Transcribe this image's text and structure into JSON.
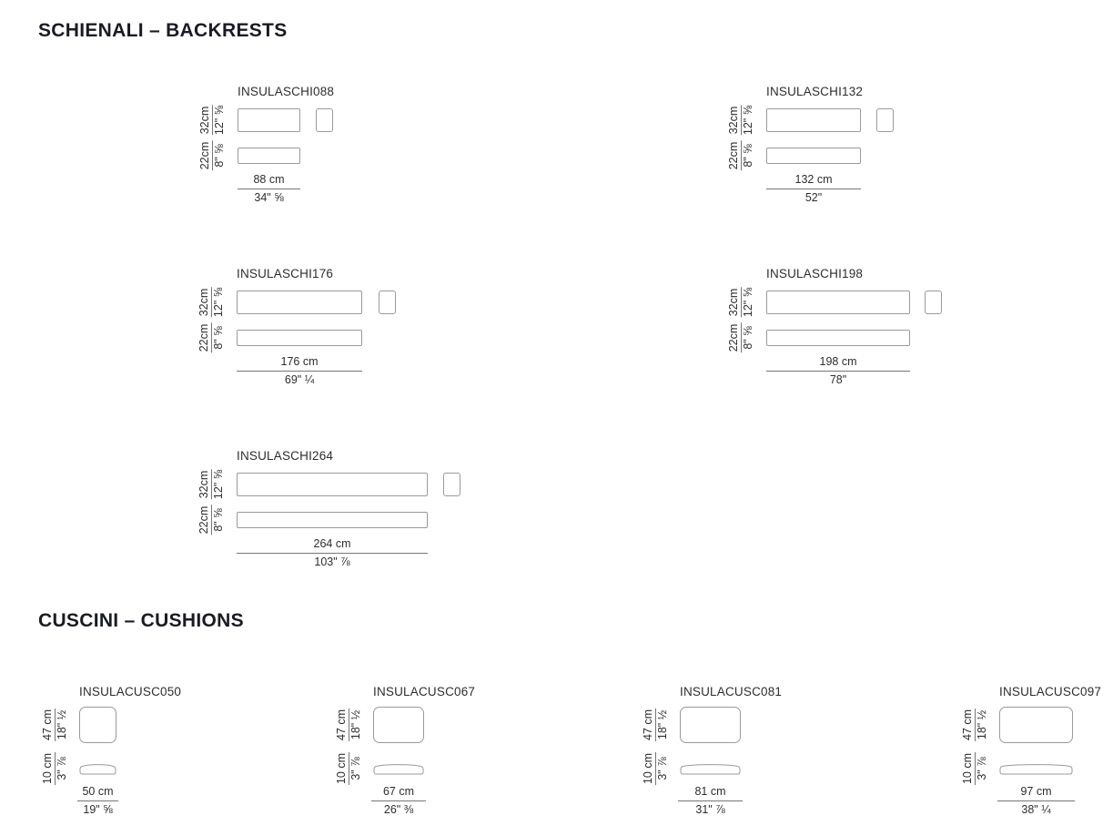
{
  "colors": {
    "background": "#ffffff",
    "title_text": "#1b1b25",
    "body_text": "#2d2d2d",
    "shape_outline": "#9a9a9a",
    "dimension_line": "#767676"
  },
  "sections": {
    "backrests": {
      "title": "SCHIENALI – BACKRESTS",
      "items": [
        {
          "code": "INSULASCHI088",
          "back_height_cm": "32cm",
          "back_height_in": "12\" ⅝",
          "depth_cm": "22cm",
          "depth_in": "8\" ⅝",
          "width_cm": "88 cm",
          "width_in": "34\" ⅝"
        },
        {
          "code": "INSULASCHI132",
          "back_height_cm": "32cm",
          "back_height_in": "12\" ⅝",
          "depth_cm": "22cm",
          "depth_in": "8\" ⅝",
          "width_cm": "132 cm",
          "width_in": "52\""
        },
        {
          "code": "INSULASCHI176",
          "back_height_cm": "32cm",
          "back_height_in": "12\" ⅝",
          "depth_cm": "22cm",
          "depth_in": "8\" ⅝",
          "width_cm": "176 cm",
          "width_in": "69\" ¼"
        },
        {
          "code": "INSULASCHI198",
          "back_height_cm": "32cm",
          "back_height_in": "12\" ⅝",
          "depth_cm": "22cm",
          "depth_in": "8\" ⅝",
          "width_cm": "198 cm",
          "width_in": "78\""
        },
        {
          "code": "INSULASCHI264",
          "back_height_cm": "32cm",
          "back_height_in": "12\" ⅝",
          "depth_cm": "22cm",
          "depth_in": "8\" ⅝",
          "width_cm": "264 cm",
          "width_in": "103\" ⅞"
        }
      ]
    },
    "cushions": {
      "title": "CUSCINI – CUSHIONS",
      "items": [
        {
          "code": "INSULACUSC050",
          "height_cm": "47 cm",
          "height_in": "18\" ½",
          "thickness_cm": "10 cm",
          "thickness_in": "3\" ⅞",
          "width_cm": "50 cm",
          "width_in": "19\" ⅝"
        },
        {
          "code": "INSULACUSC067",
          "height_cm": "47 cm",
          "height_in": "18\" ½",
          "thickness_cm": "10 cm",
          "thickness_in": "3\" ⅞",
          "width_cm": "67 cm",
          "width_in": "26\" ⅜"
        },
        {
          "code": "INSULACUSC081",
          "height_cm": "47 cm",
          "height_in": "18\" ½",
          "thickness_cm": "10 cm",
          "thickness_in": "3\" ⅞",
          "width_cm": "81 cm",
          "width_in": "31\" ⅞"
        },
        {
          "code": "INSULACUSC097",
          "height_cm": "47 cm",
          "height_in": "18\" ½",
          "thickness_cm": "10 cm",
          "thickness_in": "3\" ⅞",
          "width_cm": "97 cm",
          "width_in": "38\" ¼"
        }
      ]
    }
  }
}
